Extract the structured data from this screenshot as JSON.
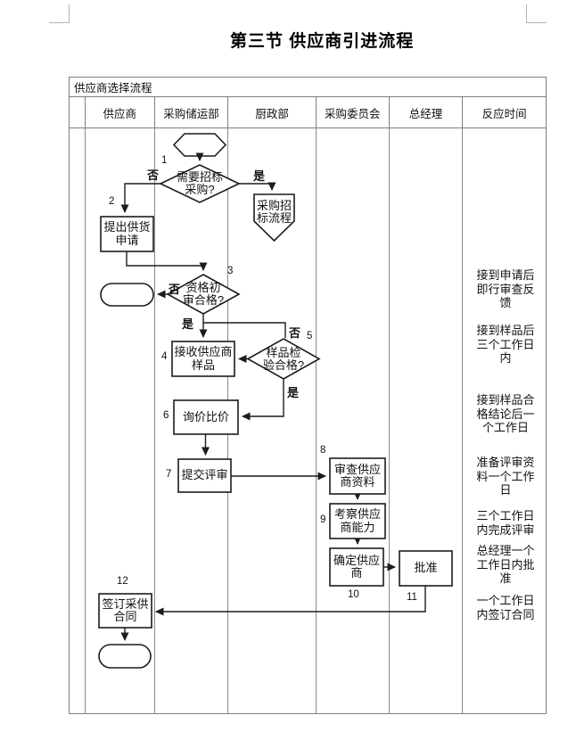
{
  "doc": {
    "title": "第三节  供应商引进流程"
  },
  "table": {
    "caption": "供应商选择流程",
    "columns": [
      "",
      "供应商",
      "采购储运部",
      "厨政部",
      "采购委员会",
      "总经理",
      "反应时间"
    ]
  },
  "flow": {
    "labels": {
      "yes": "是",
      "no": "否"
    },
    "nodes": {
      "d1": {
        "num": "1",
        "text": "需要招标\n采购?"
      },
      "n2": {
        "num": "2",
        "text": "提出供货\n申请"
      },
      "tender": {
        "text": "采购招\n标流程"
      },
      "d3": {
        "num": "3",
        "text": "资格初\n审合格?"
      },
      "n4": {
        "num": "4",
        "text": "接收供应商\n样品"
      },
      "d5": {
        "num": "5",
        "text": "样品检\n验合格?"
      },
      "n6": {
        "num": "6",
        "text": "询价比价"
      },
      "n7": {
        "num": "7",
        "text": "提交评审"
      },
      "n8": {
        "num": "8",
        "text": "审查供应\n商资料"
      },
      "n9": {
        "num": "9",
        "text": "考察供应\n商能力"
      },
      "n10": {
        "num": "10",
        "text": "确定供应\n商"
      },
      "n11": {
        "num": "11",
        "text": "批准"
      },
      "n12": {
        "num": "12",
        "text": "签订采供\n合同"
      }
    },
    "response_times": [
      "接到申请后即行审查反馈",
      "接到样品后三个工作日内",
      "接到样品合格结论后一个工作日",
      "准备评审资料一个工作日",
      "三个工作日内完成评审",
      "总经理一个工作日内批准",
      "一个工作日内签订合同"
    ],
    "colors": {
      "line": "#1c1c1c",
      "grid": "#7f7f7f",
      "shape_fill": "#ffffff"
    }
  }
}
